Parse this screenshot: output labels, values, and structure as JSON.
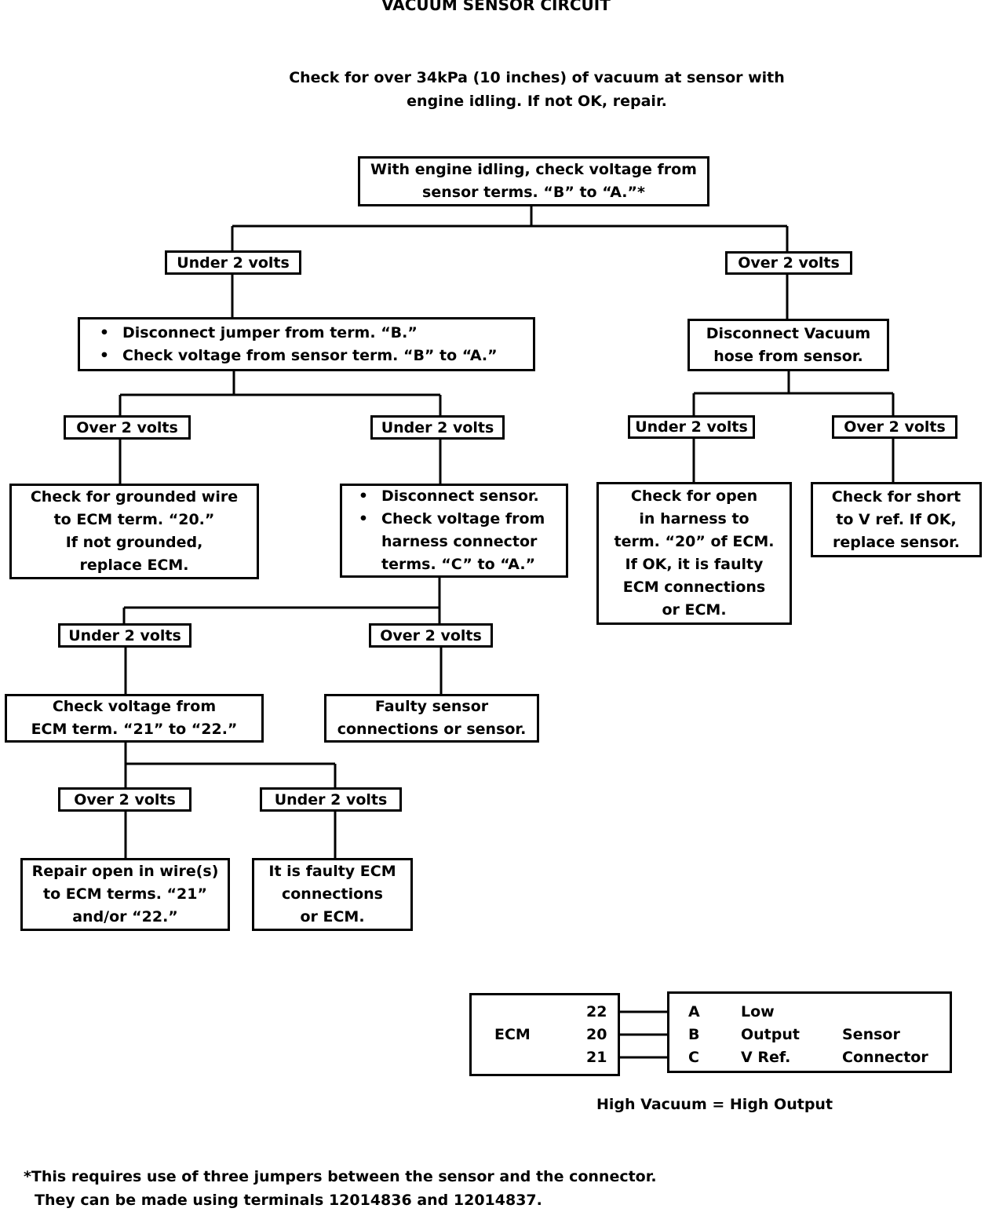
{
  "title": "VACUUM SENSOR CIRCUIT",
  "intro": {
    "line1": "Check for over 34kPa (10 inches) of vacuum at sensor with",
    "line2": "engine idling.  If not OK, repair."
  },
  "bullet": "•",
  "root": {
    "line1": "With engine idling, check voltage from",
    "line2": "sensor terms. “B” to “A.”*"
  },
  "under_2_volts": "Under 2 volts",
  "over_2_volts": "Over 2 volts",
  "disconnect_jumper": {
    "item1": "Disconnect jumper from term. “B.”",
    "item2": "Check voltage from sensor term. “B” to “A.”"
  },
  "disconnect_vacuum_hose": {
    "line1": "Disconnect Vacuum",
    "line2": "hose from sensor."
  },
  "check_grounded_wire": {
    "line1": "Check for grounded wire",
    "line2": "to ECM term. “20.”",
    "line3": "If not grounded,",
    "line4": "replace ECM."
  },
  "disconnect_sensor": {
    "item1": "Disconnect sensor.",
    "item2_line1": "Check voltage from",
    "item2_line2": "harness connector",
    "item2_line3": "terms. “C” to “A.”"
  },
  "check_open_harness": {
    "line1": "Check for open",
    "line2": "in harness to",
    "line3": "term. “20” of ECM.",
    "line4": "If OK, it is faulty",
    "line5": "ECM connections",
    "line6": "or ECM."
  },
  "check_short_vref": {
    "line1": "Check for short",
    "line2": "to V ref.  If OK,",
    "line3": "replace sensor."
  },
  "check_ecm_terms": {
    "line1": "Check voltage from",
    "line2": "ECM term. “21” to “22.”"
  },
  "faulty_sensor": {
    "line1": "Faulty sensor",
    "line2": "connections or sensor."
  },
  "repair_open": {
    "line1": "Repair open in wire(s)",
    "line2": "to ECM terms. “21”",
    "line3": "and/or “22.”"
  },
  "faulty_ecm": {
    "line1": "It is faulty ECM",
    "line2": "connections",
    "line3": "or ECM."
  },
  "wiring": {
    "ecm_label": "ECM",
    "ecm_terminals": [
      "22",
      "20",
      "21"
    ],
    "pins": [
      "A",
      "B",
      "C"
    ],
    "functions": [
      "Low",
      "Output",
      "V Ref."
    ],
    "connector_label_1": "Sensor",
    "connector_label_2": "Connector"
  },
  "high_vacuum_note": "High Vacuum = High Output",
  "footnote": {
    "line1": "*This requires use of three jumpers between the sensor and the connector.",
    "line2": "They can be made using terminals 12014836 and 12014837."
  }
}
